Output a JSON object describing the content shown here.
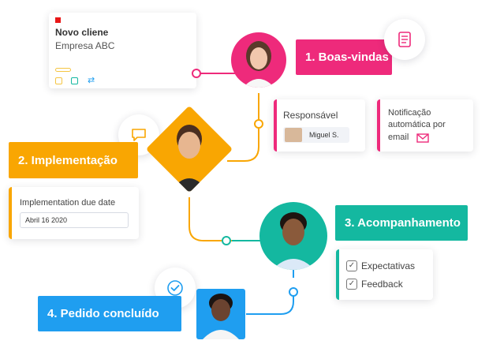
{
  "new_client": {
    "title": "Novo cliene",
    "company": "Empresa ABC"
  },
  "stages": {
    "welcome": "1. Boas-vindas",
    "implementation": "2. Implementação",
    "followup": "3. Acompanhamento",
    "completed": "4. Pedido concluído"
  },
  "responsible": {
    "label": "Responsável",
    "person": "Miguel S."
  },
  "notification": {
    "line1": "Notificação",
    "line2": "automática por",
    "line3": "email"
  },
  "implementation_card": {
    "label": "Implementation due date",
    "date": "Abril 16 2020"
  },
  "checklist": {
    "item1": "Expectativas",
    "item2": "Feedback"
  },
  "colors": {
    "pink": "#ee2a7b",
    "orange": "#f9a602",
    "teal": "#14b8a0",
    "blue": "#1f9ef0"
  }
}
